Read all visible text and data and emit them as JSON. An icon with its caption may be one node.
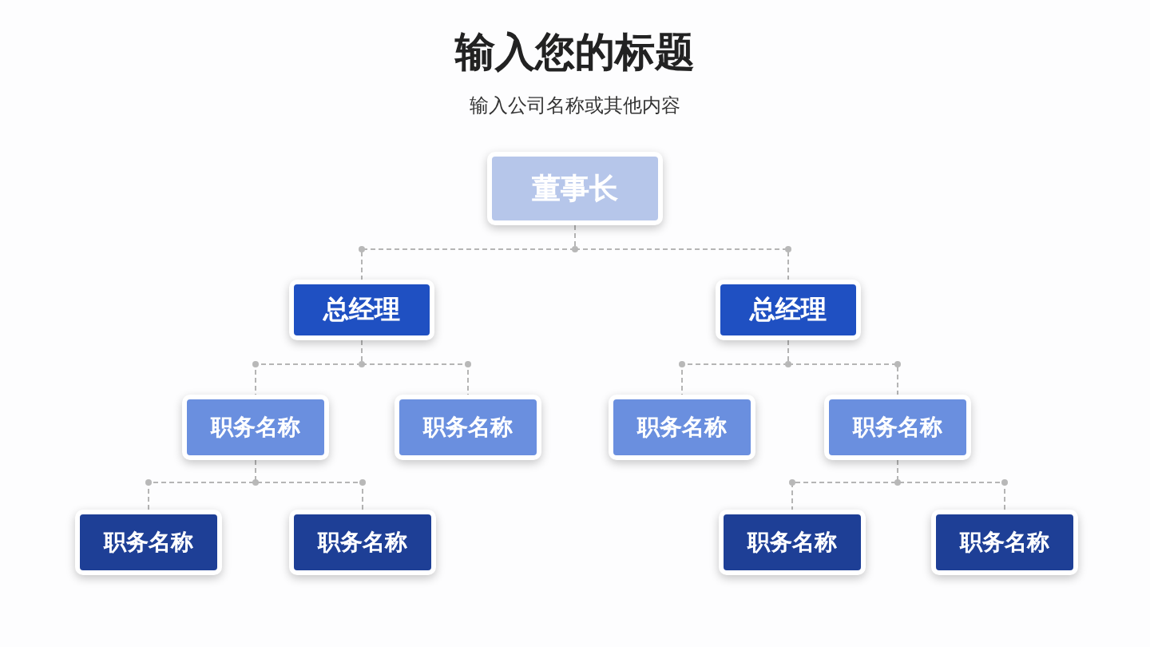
{
  "diagram": {
    "title": "输入您的标题",
    "nodes": [
      {
        "text": [
          "董事长"
        ]
      },
      {
        "text": [
          "总经理"
        ]
      },
      {
        "text": [
          "总经理"
        ]
      },
      {
        "text": [
          "职务名称"
        ]
      },
      {
        "text": [
          "职务名称"
        ]
      },
      {
        "text": [
          "职务名称"
        ]
      },
      {
        "text": [
          "职务名称"
        ]
      },
      {
        "text": [
          "职务名称"
        ]
      },
      {
        "text": [
          "职务名称"
        ]
      },
      {
        "text": [
          "职务名称"
        ]
      },
      {
        "text": [
          "职务名称"
        ]
      }
    ],
    "edges": [
      {
        "from": 0,
        "to": 1,
        "arrow": "none",
        "style": "dashed"
      },
      {
        "from": 0,
        "to": 2,
        "arrow": "none",
        "style": "dashed"
      },
      {
        "from": 1,
        "to": 3,
        "arrow": "none",
        "style": "dashed"
      },
      {
        "from": 1,
        "to": 4,
        "arrow": "none",
        "style": "dashed"
      },
      {
        "from": 2,
        "to": 5,
        "arrow": "none",
        "style": "dashed"
      },
      {
        "from": 2,
        "to": 6,
        "arrow": "none",
        "style": "dashed"
      },
      {
        "from": 3,
        "to": 7,
        "arrow": "none",
        "style": "dashed"
      },
      {
        "from": 3,
        "to": 8,
        "arrow": "none",
        "style": "dashed"
      },
      {
        "from": 6,
        "to": 9,
        "arrow": "none",
        "style": "dashed"
      },
      {
        "from": 6,
        "to": 10,
        "arrow": "none",
        "style": "dashed"
      }
    ],
    "labels": [
      "输入公司名称或其他内容"
    ]
  }
}
